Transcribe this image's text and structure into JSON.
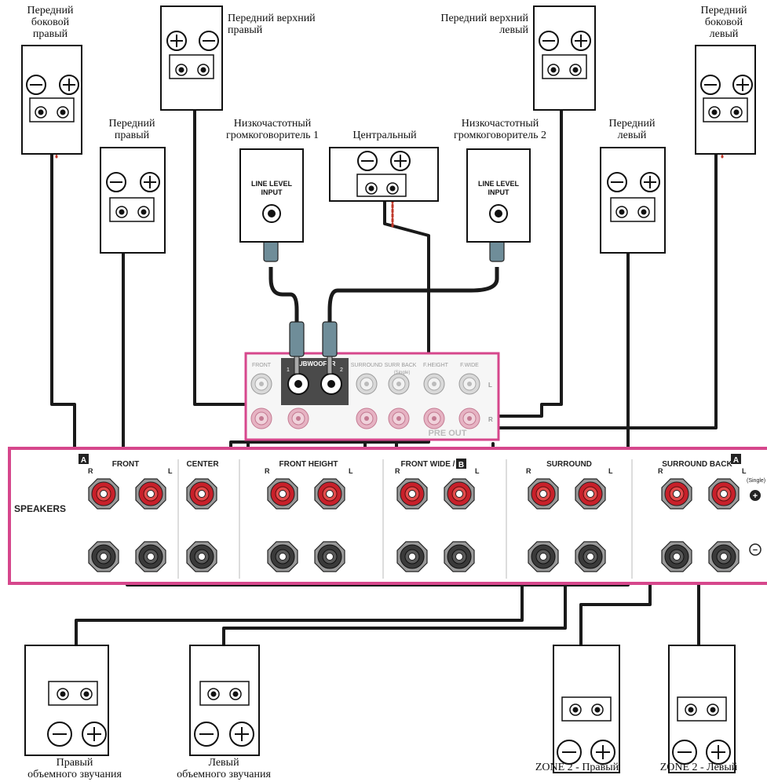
{
  "labels": {
    "front_side_right": "Передний\nбоковой\nправый",
    "front_height_right": "Передний верхний\nправый",
    "front_height_left": "Передний верхний\nлевый",
    "front_side_left": "Передний\nбоковой\nлевый",
    "front_right": "Передний\nправый",
    "subwoofer_1": "Низкочастотный\nгромкоговоритель 1",
    "center": "Центральный",
    "subwoofer_2": "Низкочастотный\nгромкоговоритель 2",
    "front_left": "Передний\nлевый",
    "surround_right": "Правый\nобъемного звучания",
    "surround_left": "Левый\nобъемного звучания",
    "zone2_right": "ZONE 2 - Правый",
    "zone2_left": "ZONE 2 - Левый"
  },
  "sub_input": {
    "line1": "LINE LEVEL",
    "line2": "INPUT"
  },
  "pre_out": {
    "front": "FRONT",
    "subwoofer": "SUBWOOFER",
    "sub_1": "1",
    "sub_2": "2",
    "surround": "SURROUND",
    "surr_back": "SURR BACK",
    "single": "(Single)",
    "f_height": "F.HEIGHT",
    "f_wide": "F.WIDE",
    "l": "L",
    "r": "R",
    "title": "PRE OUT"
  },
  "speakers_panel": {
    "title": "SPEAKERS",
    "front": "FRONT",
    "center": "CENTER",
    "front_height": "FRONT HEIGHT",
    "front_wide": "FRONT WIDE /",
    "surround": "SURROUND",
    "surround_back": "SURROUND BACK",
    "badge_a": "A",
    "badge_b": "B",
    "r": "R",
    "l": "L",
    "single": "(Single)",
    "plus": "+",
    "minus": "−"
  },
  "colors": {
    "panel_border": "#d6478c",
    "terminal_red": "#c8202a",
    "terminal_dark": "#3a3a3a",
    "cable": "#1a1a1a",
    "cable_red": "#c0392b",
    "rca_plug": "#6f8d99"
  }
}
